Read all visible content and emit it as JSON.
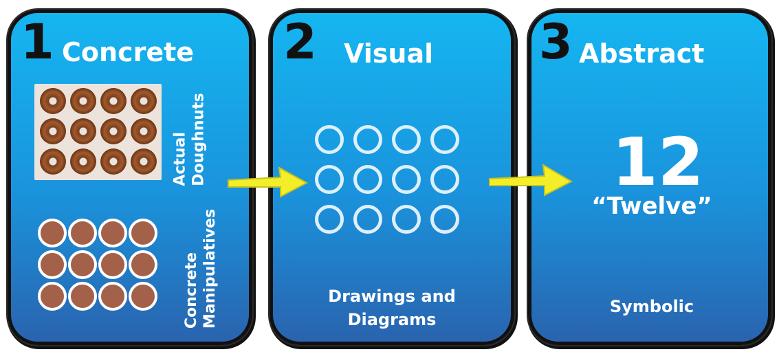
{
  "panels": [
    {
      "number": "1",
      "title": "Concrete",
      "labels": {
        "top": [
          "Actual",
          "Doughnuts"
        ],
        "bottom": [
          "Concrete",
          "Manipulatives"
        ]
      }
    },
    {
      "number": "2",
      "title": "Visual",
      "caption": [
        "Drawings and",
        "Diagrams"
      ]
    },
    {
      "number": "3",
      "title": "Abstract",
      "value": "12",
      "word": "“Twelve”",
      "caption": "Symbolic"
    }
  ],
  "colors": {
    "panel_top": "#15b6f1",
    "panel_bottom": "#2a63ae",
    "arrow": "#f3ee2a",
    "manipulative": "#a4614a"
  }
}
